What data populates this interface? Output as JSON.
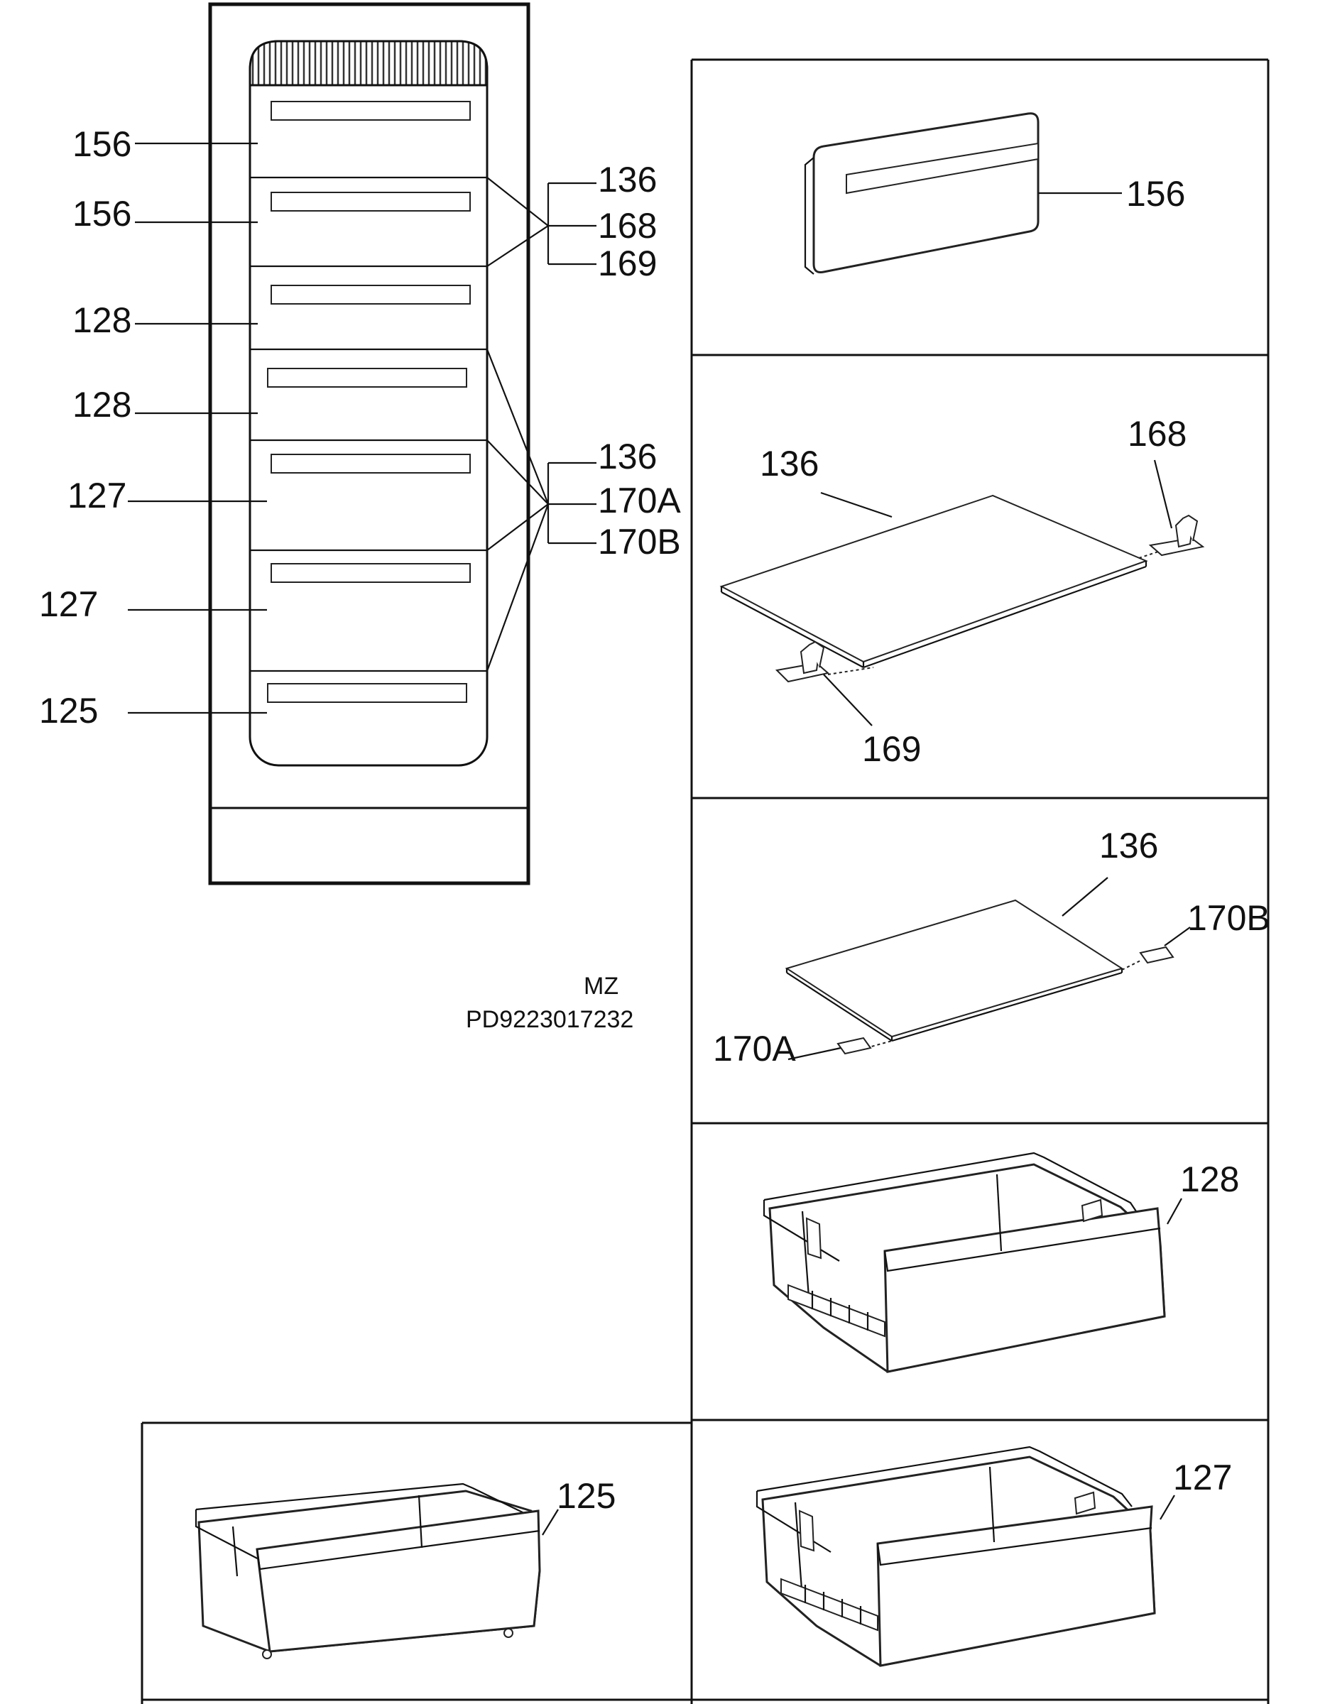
{
  "overview": {
    "labels_left": [
      "156",
      "156",
      "128",
      "128",
      "127",
      "127",
      "125"
    ],
    "group_upper": [
      "136",
      "168",
      "169"
    ],
    "group_lower": [
      "136",
      "170A",
      "170B"
    ]
  },
  "footer": {
    "code": "MZ",
    "doc_number": "PD9223017232"
  },
  "panels": {
    "front": {
      "label": "156"
    },
    "shelf_clips": {
      "shelf": "136",
      "clip_right": "168",
      "clip_left": "169"
    },
    "shelf_slides": {
      "shelf": "136",
      "slide_right": "170B",
      "slide_left": "170A"
    },
    "drawer_128": {
      "label": "128"
    },
    "drawer_125": {
      "label": "125"
    },
    "drawer_127": {
      "label": "127"
    }
  }
}
